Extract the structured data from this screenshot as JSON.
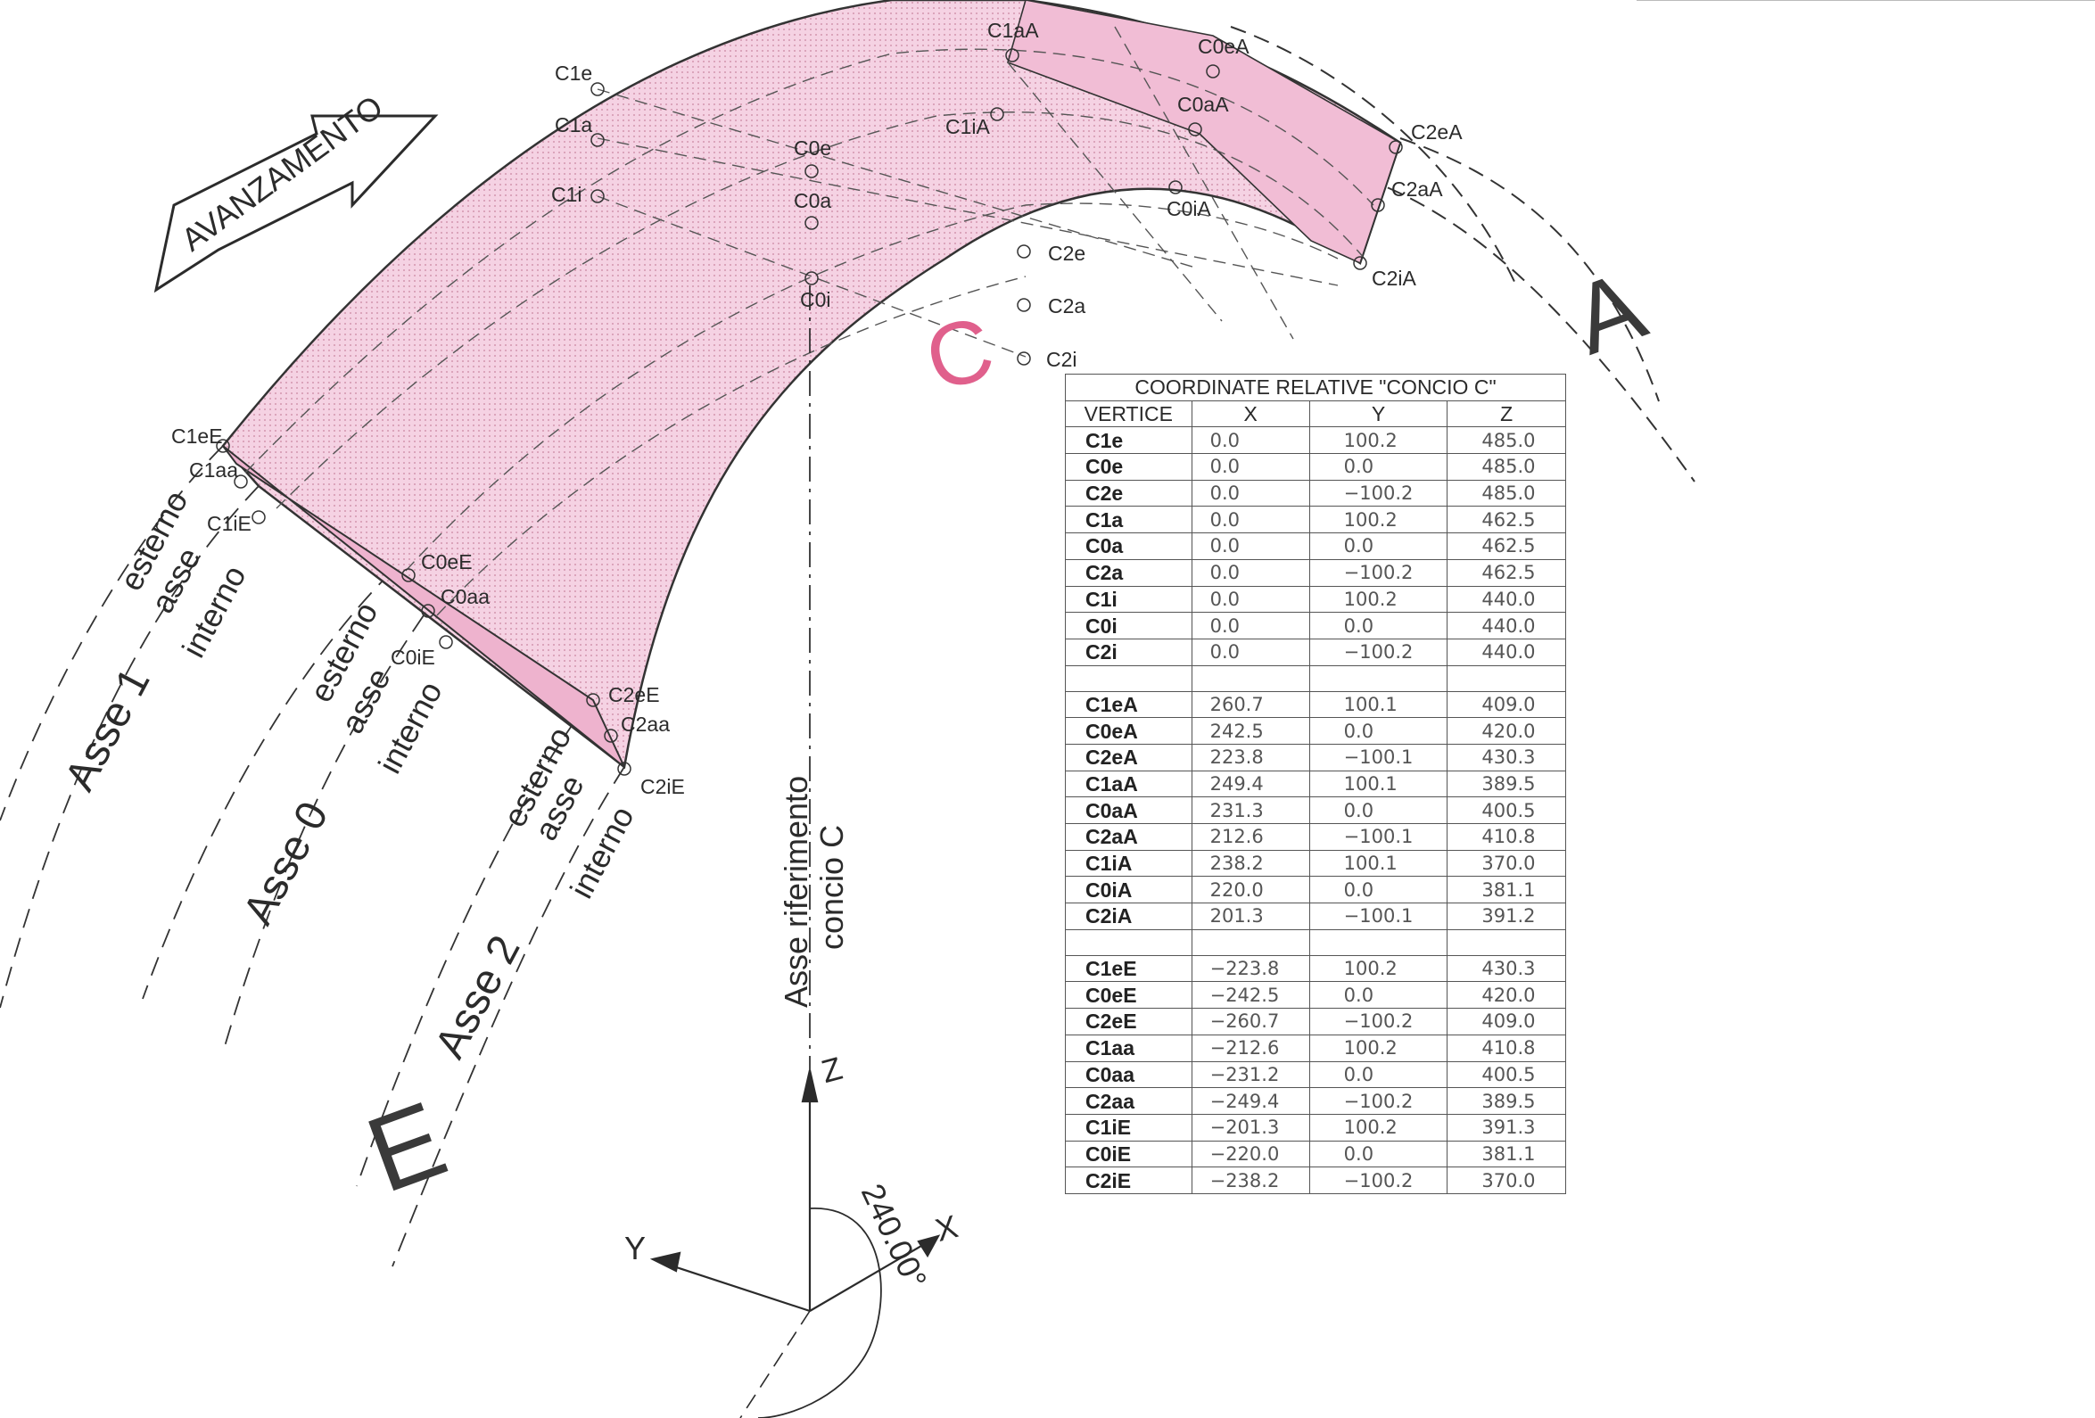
{
  "arrow_label": "AVANZAMENTO",
  "segment_letter": "C",
  "side_letters": {
    "a": "A",
    "e": "E"
  },
  "axis_labels": {
    "asse1": "Asse 1",
    "asse0": "Asse 0",
    "asse2": "Asse 2",
    "reference_line1": "Asse riferimento",
    "reference_line2": "concio C",
    "esterno": "esterno",
    "asse": "asse",
    "interno": "interno"
  },
  "coordinate_axes": {
    "z": "Z",
    "y": "Y",
    "x": "X",
    "angle": "240.00°"
  },
  "vertex_labels": {
    "C1e": "C1e",
    "C1a": "C1a",
    "C1i": "C1i",
    "C0e": "C0e",
    "C0a": "C0a",
    "C0i": "C0i",
    "C2e": "C2e",
    "C2a": "C2a",
    "C2i": "C2i",
    "C1aA": "C1aA",
    "C0eA": "C0eA",
    "C0aA": "C0aA",
    "C1iA": "C1iA",
    "C2eA": "C2eA",
    "C2aA": "C2aA",
    "C0iA": "C0iA",
    "C2iA": "C2iA",
    "C1eE": "C1eE",
    "C1aa": "C1aa",
    "C1iE": "C1iE",
    "C0eE": "C0eE",
    "C0aa": "C0aa",
    "C0iE": "C0iE",
    "C2eE": "C2eE",
    "C2aa": "C2aa",
    "C2iE": "C2iE"
  },
  "table": {
    "title": "COORDINATE RELATIVE \"CONCIO C\"",
    "headers": [
      "VERTICE",
      "X",
      "Y",
      "Z"
    ],
    "groups": [
      [
        [
          "C1e",
          "0.0",
          "100.2",
          "485.0"
        ],
        [
          "C0e",
          "0.0",
          "0.0",
          "485.0"
        ],
        [
          "C2e",
          "0.0",
          "−100.2",
          "485.0"
        ],
        [
          "C1a",
          "0.0",
          "100.2",
          "462.5"
        ],
        [
          "C0a",
          "0.0",
          "0.0",
          "462.5"
        ],
        [
          "C2a",
          "0.0",
          "−100.2",
          "462.5"
        ],
        [
          "C1i",
          "0.0",
          "100.2",
          "440.0"
        ],
        [
          "C0i",
          "0.0",
          "0.0",
          "440.0"
        ],
        [
          "C2i",
          "0.0",
          "−100.2",
          "440.0"
        ]
      ],
      [
        [
          "C1eA",
          "260.7",
          "100.1",
          "409.0"
        ],
        [
          "C0eA",
          "242.5",
          "0.0",
          "420.0"
        ],
        [
          "C2eA",
          "223.8",
          "−100.1",
          "430.3"
        ],
        [
          "C1aA",
          "249.4",
          "100.1",
          "389.5"
        ],
        [
          "C0aA",
          "231.3",
          "0.0",
          "400.5"
        ],
        [
          "C2aA",
          "212.6",
          "−100.1",
          "410.8"
        ],
        [
          "C1iA",
          "238.2",
          "100.1",
          "370.0"
        ],
        [
          "C0iA",
          "220.0",
          "0.0",
          "381.1"
        ],
        [
          "C2iA",
          "201.3",
          "−100.1",
          "391.2"
        ]
      ],
      [
        [
          "C1eE",
          "−223.8",
          "100.2",
          "430.3"
        ],
        [
          "C0eE",
          "−242.5",
          "0.0",
          "420.0"
        ],
        [
          "C2eE",
          "−260.7",
          "−100.2",
          "409.0"
        ],
        [
          "C1aa",
          "−212.6",
          "100.2",
          "410.8"
        ],
        [
          "C0aa",
          "−231.2",
          "0.0",
          "400.5"
        ],
        [
          "C2aa",
          "−249.4",
          "−100.2",
          "389.5"
        ],
        [
          "C1iE",
          "−201.3",
          "100.2",
          "391.3"
        ],
        [
          "C0iE",
          "−220.0",
          "0.0",
          "381.1"
        ],
        [
          "C2iE",
          "−238.2",
          "−100.2",
          "370.0"
        ]
      ]
    ]
  },
  "colors": {
    "segment_fill": "#f3c6dc",
    "letter_c": "#e0608c",
    "lines": "#444444"
  }
}
